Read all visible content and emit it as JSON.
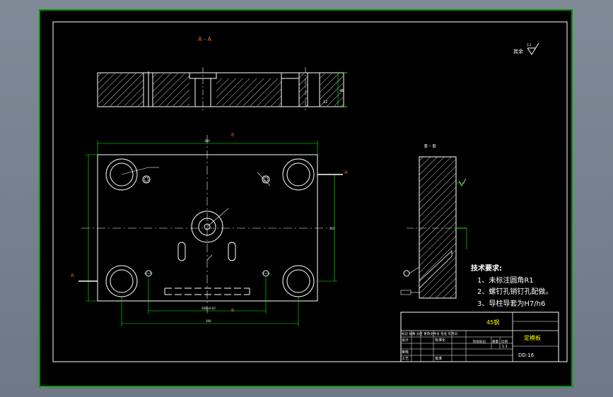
{
  "drawing": {
    "section_aa": "A - A",
    "section_bb": "B - B",
    "roughness_label": "其余",
    "section_marker_a": "A",
    "section_marker_b": "B",
    "tech_title": "技术要求:",
    "tech_req_1": "1、未标注圆角R1",
    "tech_req_2": "2、螺钉孔销钉孔配做。",
    "tech_req_3": "3、导柱导套为H7/h6"
  },
  "title_block": {
    "material": "45钢",
    "part_name": "定模板",
    "drawing_no": "DD-16",
    "scale": "1:1",
    "header_row": "标记 处数 分区 更改文件号 签名 年月日",
    "design_row": "设计",
    "std_label": "标准化",
    "stage_label": "阶段标记",
    "weight_label": "重量",
    "scale_label": "比例",
    "review_label": "审核",
    "process_label": "工艺",
    "approve_label": "批准"
  },
  "colors": {
    "background": "#000000",
    "frame": "#00cc00",
    "geometry": "#ffffff",
    "dimension": "#00ff00",
    "text_highlight": "#ffff00",
    "section_label": "#ff6040"
  }
}
